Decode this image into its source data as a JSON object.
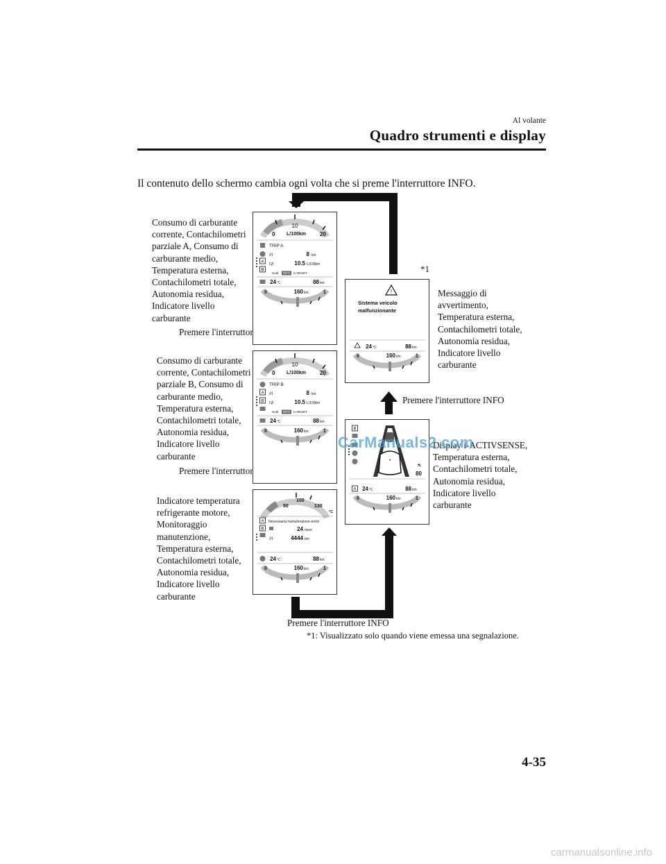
{
  "header": {
    "section": "Al volante",
    "title": "Quadro strumenti e display"
  },
  "intro": "Il contenuto dello schermo cambia ogni volta che si preme l'interruttore INFO.",
  "descriptions": {
    "screen1": [
      "Consumo di carburante",
      "corrente, Contachilometri",
      "parziale A, Consumo di",
      "carburante medio,",
      "Temperatura esterna,",
      "Contachilometri totale,",
      "Autonomia residua,",
      "Indicatore livello",
      "carburante"
    ],
    "screen2": [
      "Consumo di carburante",
      "corrente, Contachilometri",
      "parziale B, Consumo di",
      "carburante medio,",
      "Temperatura esterna,",
      "Contachilometri totale,",
      "Autonomia residua,",
      "Indicatore livello",
      "carburante"
    ],
    "screen3": [
      "Indicatore temperatura",
      "refrigerante motore,",
      "Monitoraggio",
      "manutenzione,",
      "Temperatura esterna,",
      "Contachilometri totale,",
      "Autonomia residua,",
      "Indicatore livello",
      "carburante"
    ],
    "screen4": [
      "Display i-ACTIVSENSE,",
      "Temperatura esterna,",
      "Contachilometri totale,",
      "Autonomia residua,",
      "Indicatore livello",
      "carburante"
    ],
    "screen5": [
      "Messaggio di",
      "avvertimento,",
      "Temperatura esterna,",
      "Contachilometri totale,",
      "Autonomia residua,",
      "Indicatore livello",
      "carburante"
    ]
  },
  "press_label": "Premere l'interruttore INFO",
  "asterisk_mark": "*1",
  "footnote": "*1: Visualizzato solo quando viene emessa una segnalazione.",
  "page_number": "4-35",
  "watermark": "CarManuals2.com",
  "bottom_watermark": "carmanualsonline.info",
  "screens": {
    "fuel_gauge": {
      "min": "0",
      "mid": "10",
      "max": "20",
      "unit": "L/100km"
    },
    "trip_a": "TRIP A",
    "trip_b": "TRIP B",
    "trip_distance": "8",
    "trip_distance_unit": "km",
    "avg_consumption": "10.5",
    "avg_consumption_unit": "L/100km",
    "reset_hint_pre": "Hold",
    "reset_hint_btn": "INFO",
    "reset_hint_post": "to RESET",
    "outside_temp": "24",
    "temp_unit": "°C",
    "odometer": "88",
    "odometer_unit": "km",
    "range": "160",
    "range_unit": "km",
    "fuel_min": "0",
    "fuel_max": "1",
    "coolant_gauge": {
      "low": "50",
      "mid": "100",
      "high": "130",
      "unit": "°C"
    },
    "maintenance_title": "Necessaria manutenzione entro",
    "maintenance_months": "24",
    "maintenance_months_unit": "mesi",
    "maintenance_km": "4444",
    "maintenance_km_unit": "km",
    "warning_text_1": "Sistema veicolo",
    "warning_text_2": "malfunzionante",
    "activsense_speed": "80",
    "badge_a": "A",
    "badge_b": "B"
  }
}
